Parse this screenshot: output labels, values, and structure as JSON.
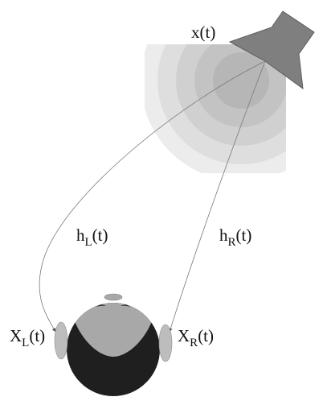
{
  "source": {
    "label": "x(t)",
    "icon": "speaker-icon"
  },
  "paths": {
    "left": {
      "name": "h",
      "subscript": "L",
      "arg": "(t)"
    },
    "right": {
      "name": "h",
      "subscript": "R",
      "arg": "(t)"
    }
  },
  "listener": {
    "icon": "head-icon",
    "left_ear": {
      "name": "X",
      "subscript": "L",
      "arg": "(t)"
    },
    "right_ear": {
      "name": "X",
      "subscript": "R",
      "arg": "(t)"
    }
  },
  "colors": {
    "speaker": "#7f7f7f",
    "wave_rings": [
      "#ececec",
      "#dedede",
      "#d0d0d0",
      "#c3c3c3",
      "#b6b6b6"
    ],
    "head": "#1f1f1f",
    "face": "#a8a8a8",
    "ear": "#bdbdbd",
    "path_line": "#7a7a7a"
  }
}
